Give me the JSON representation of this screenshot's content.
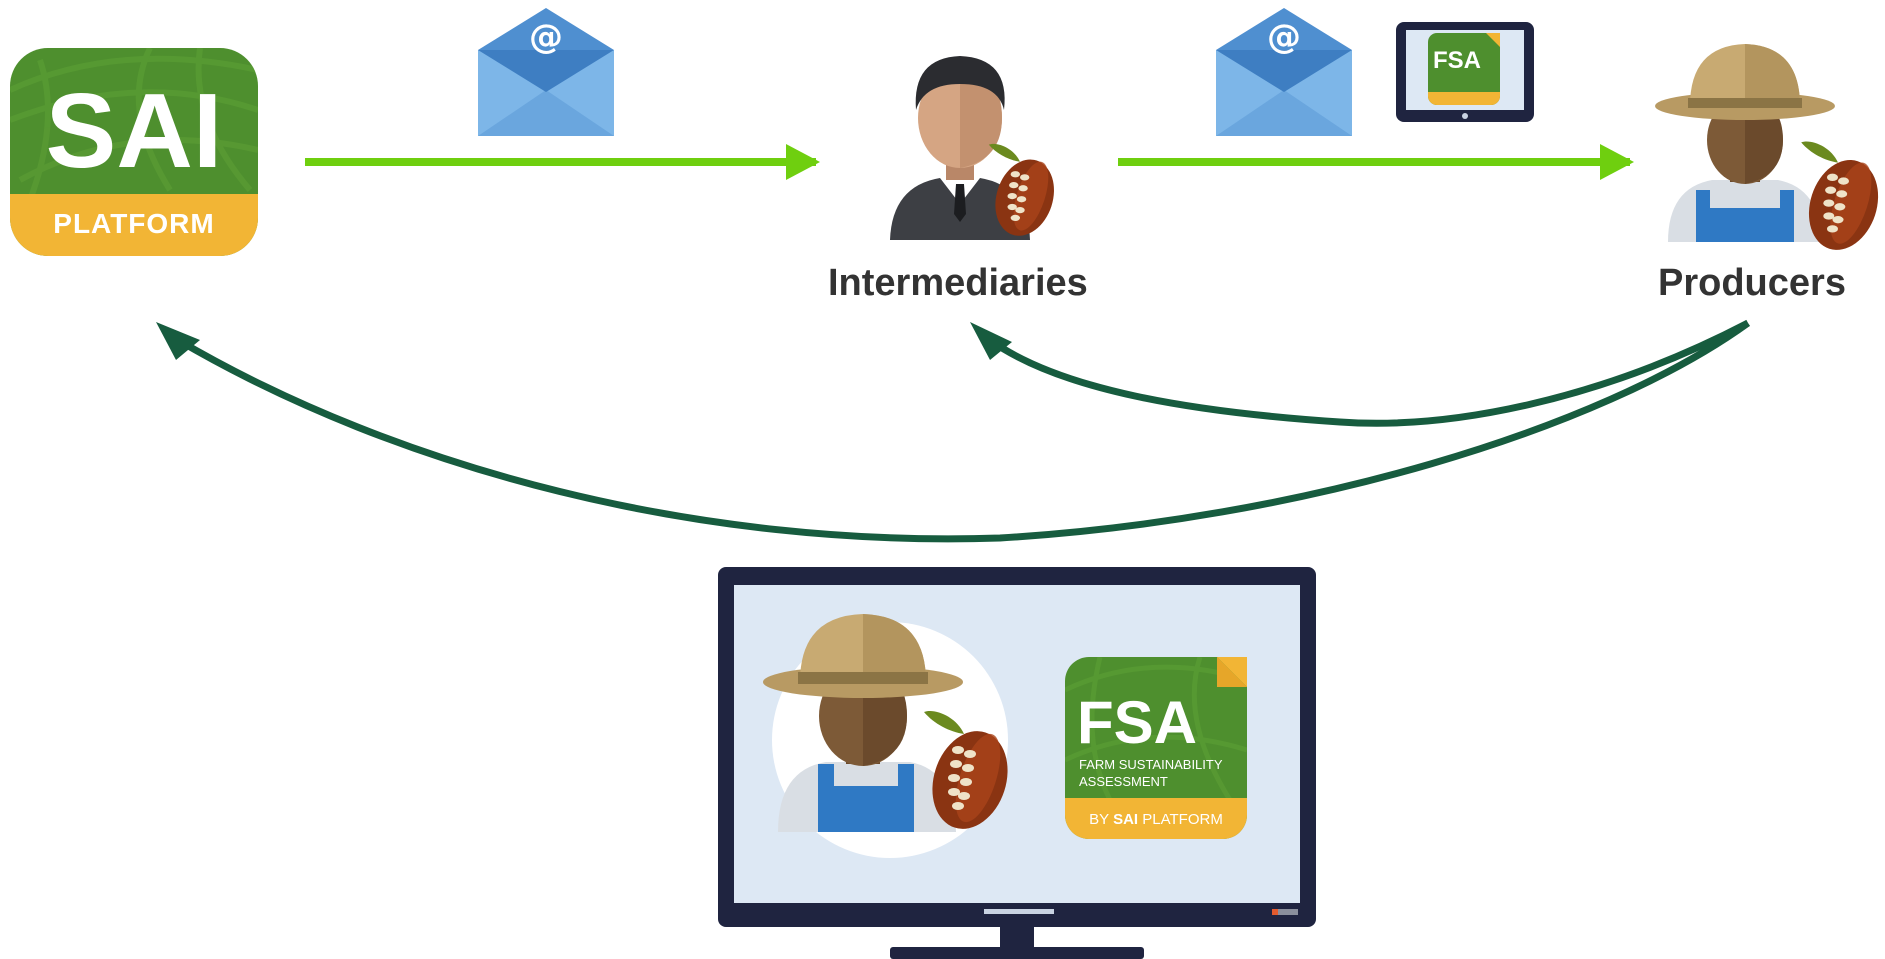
{
  "nodes": {
    "intermediaries": {
      "label": "Intermediaries"
    },
    "producers": {
      "label": "Producers"
    }
  },
  "sai_logo": {
    "main": "SAI",
    "sub": "PLATFORM"
  },
  "fsa_badge": {
    "main": "FSA",
    "line1": "FARM SUSTAINABILITY",
    "line2": "ASSESSMENT",
    "footer_by": "BY ",
    "footer_sai": "SAI",
    "footer_platform": " PLATFORM"
  },
  "email_symbol": "@",
  "colors": {
    "forward_arrow": "#6fcf0f",
    "return_arrow": "#175c3f",
    "sai_green": "#4e8f2e",
    "sai_yellow": "#f2b535",
    "envelope_blue": "#7db6e8",
    "monitor_frame": "#1f2440",
    "screen_bg": "#dde8f4"
  }
}
